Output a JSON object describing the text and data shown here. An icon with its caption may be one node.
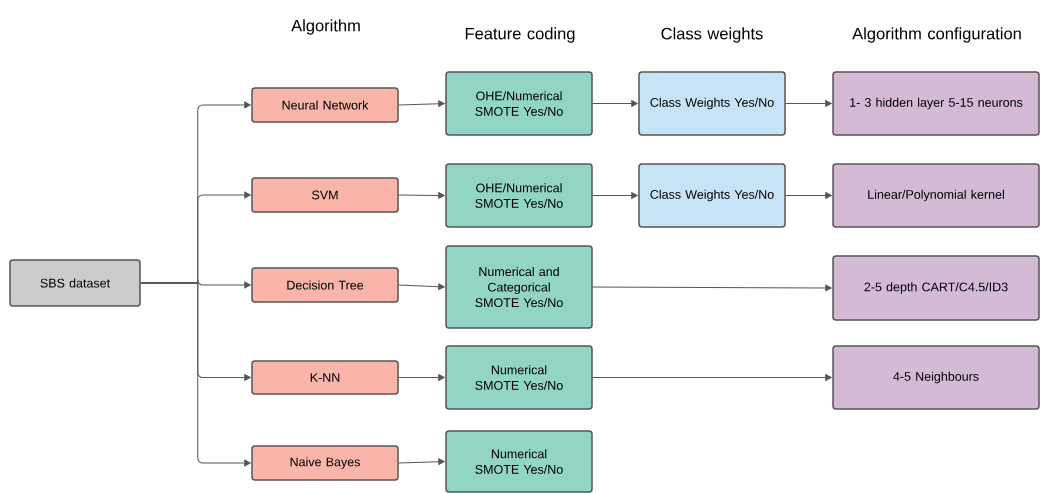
{
  "diagram": {
    "nodes": [
      {
        "text": [
          "SBS dataset"
        ]
      },
      {
        "text": [
          "Neural Network"
        ]
      },
      {
        "text": [
          "SVM"
        ]
      },
      {
        "text": [
          "Decision Tree"
        ]
      },
      {
        "text": [
          "K-NN"
        ]
      },
      {
        "text": [
          "Naive Bayes"
        ]
      },
      {
        "text": [
          "OHE/Numerical SMOTE Yes/No"
        ]
      },
      {
        "text": [
          "OHE/Numerical SMOTE Yes/No"
        ]
      },
      {
        "text": [
          "Numerical and Categorical SMOTE Yes/No"
        ]
      },
      {
        "text": [
          "Numerical SMOTE Yes/No"
        ]
      },
      {
        "text": [
          "Numerical SMOTE Yes/No"
        ]
      },
      {
        "text": [
          "Class Weights Yes/No"
        ]
      },
      {
        "text": [
          "Class Weights Yes/No"
        ]
      },
      {
        "text": [
          "1- 3 hidden layer 5-15 neurons"
        ]
      },
      {
        "text": [
          "Linear/Polynomial kernel"
        ]
      },
      {
        "text": [
          "2-5 depth CART/C4.5/ID3"
        ]
      },
      {
        "text": [
          "4-5 Neighbours"
        ]
      }
    ],
    "edges": [
      {
        "from": 0,
        "to": 1,
        "arrow": "to"
      },
      {
        "from": 0,
        "to": 2,
        "arrow": "to"
      },
      {
        "from": 0,
        "to": 3,
        "arrow": "to"
      },
      {
        "from": 0,
        "to": 4,
        "arrow": "to"
      },
      {
        "from": 0,
        "to": 5,
        "arrow": "to"
      },
      {
        "from": 1,
        "to": 6,
        "arrow": "to"
      },
      {
        "from": 2,
        "to": 7,
        "arrow": "to"
      },
      {
        "from": 3,
        "to": 8,
        "arrow": "to"
      },
      {
        "from": 4,
        "to": 9,
        "arrow": "to"
      },
      {
        "from": 5,
        "to": 10,
        "arrow": "to"
      },
      {
        "from": 6,
        "to": 11,
        "arrow": "to"
      },
      {
        "from": 7,
        "to": 12,
        "arrow": "to"
      },
      {
        "from": 11,
        "to": 13,
        "arrow": "to"
      },
      {
        "from": 12,
        "to": 14,
        "arrow": "to"
      },
      {
        "from": 8,
        "to": 15,
        "arrow": "to"
      },
      {
        "from": 9,
        "to": 16,
        "arrow": "to"
      }
    ],
    "labels": [
      "Algorithm",
      "Feature coding",
      "Class weights",
      "Algorithm configuration"
    ]
  }
}
